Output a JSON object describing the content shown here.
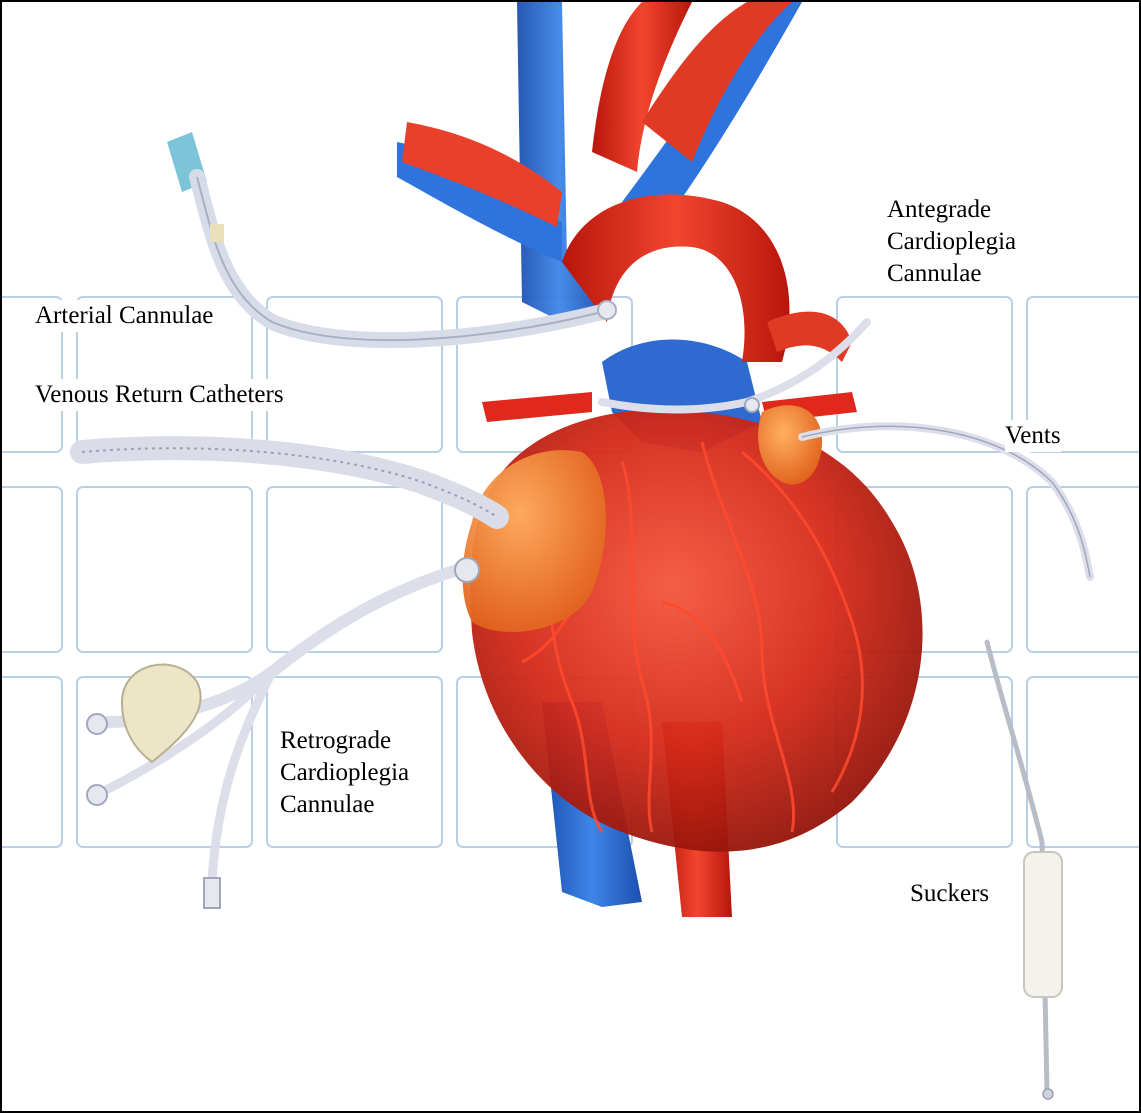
{
  "figure": {
    "labels": {
      "arterial_cannulae": "Arterial Cannulae",
      "venous_return_catheters": "Venous Return Catheters",
      "antegrade": [
        "Antegrade",
        "Cardioplegia",
        "Cannulae"
      ],
      "retrograde": [
        "Retrograde",
        "Cardioplegia",
        "Cannulae"
      ],
      "vents": "Vents",
      "suckers": "Suckers"
    },
    "colors": {
      "artery_red": "#e0281c",
      "vein_blue": "#2a6fd6",
      "heart_red": "#d42a1a",
      "atrium_orange": "#f07a1e",
      "tube_clear": "#dfe3ee",
      "grid_blue": "#b9cfe6",
      "label_text": "#000000",
      "border": "#000000"
    },
    "icons": [
      "heart-illustration",
      "arterial-cannula-icon",
      "venous-catheter-icon",
      "retrograde-cannula-icon",
      "vent-icon",
      "sucker-icon",
      "antegrade-cannula-icon"
    ]
  }
}
